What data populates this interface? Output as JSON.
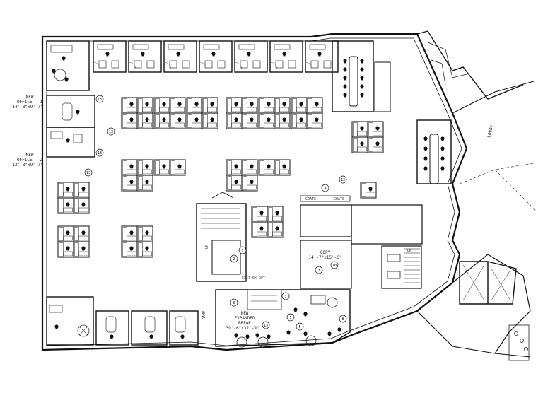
{
  "labels": {
    "office1_title": "NEW\nOFFICE - 1",
    "office1_dims": "14'-8\"x9'-7\"",
    "office2_title": "NEW\nOFFICE - 2",
    "office2_dims": "13'-8\"x9'-7\"",
    "lobby": "LOBBY",
    "copy_title": "COPY",
    "copy_dims": "14'-7\"x15'-6\"",
    "break_title": "NEW\nEXPANDED\nBREAK",
    "break_dims": "39'-6\"x32'-9\"",
    "coats_left": "COATS",
    "coats_right": "COATS",
    "ramp": "RAMP",
    "up_left": "UP",
    "up_right": "UP",
    "exit": "EXIT EX OPT"
  },
  "tags": [
    {
      "id": "t1",
      "text": "13"
    },
    {
      "id": "t2",
      "text": "13"
    },
    {
      "id": "t3",
      "text": "13"
    },
    {
      "id": "t4",
      "text": "13"
    },
    {
      "id": "t5",
      "text": "13"
    },
    {
      "id": "t6",
      "text": "7"
    },
    {
      "id": "t7",
      "text": "2"
    },
    {
      "id": "t8",
      "text": "4"
    },
    {
      "id": "t9",
      "text": "10"
    },
    {
      "id": "t10",
      "text": "3"
    },
    {
      "id": "t11",
      "text": "3"
    },
    {
      "id": "t12",
      "text": "6"
    },
    {
      "id": "t13",
      "text": "13"
    },
    {
      "id": "t14",
      "text": "5"
    },
    {
      "id": "t15",
      "text": "5"
    },
    {
      "id": "t16",
      "text": "8"
    },
    {
      "id": "t17",
      "text": "13"
    }
  ]
}
